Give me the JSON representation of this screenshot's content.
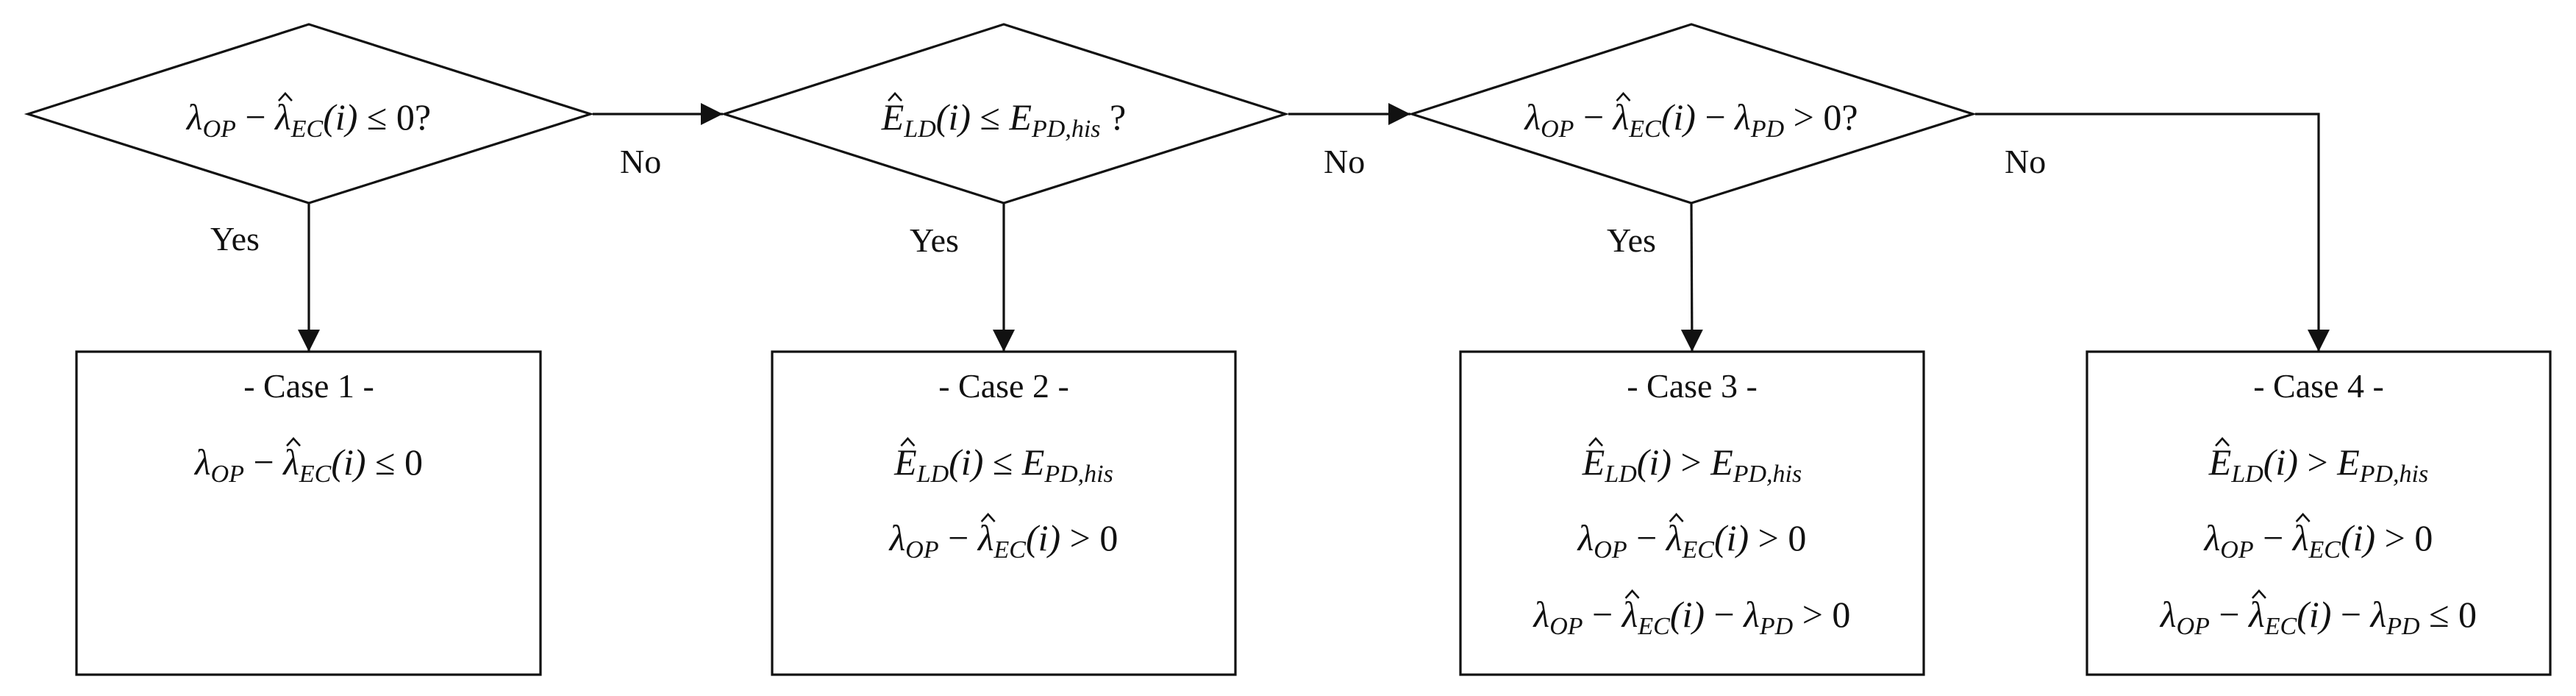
{
  "decisions": [
    {
      "id": "d1",
      "yes": "Yes",
      "no": "No"
    },
    {
      "id": "d2",
      "yes": "Yes",
      "no": "No"
    },
    {
      "id": "d3",
      "yes": "Yes",
      "no": "No"
    }
  ],
  "cases": [
    {
      "title": "- Case 1 -"
    },
    {
      "title": "- Case 2 -"
    },
    {
      "title": "- Case 3 -"
    },
    {
      "title": "- Case 4 -"
    }
  ],
  "math": {
    "lambda": "λ",
    "E": "E",
    "OP": "OP",
    "EC": "EC",
    "LD": "LD",
    "PD": "PD",
    "PDhis": "PD,his",
    "i_paren": "(i)",
    "le0": " ≤ 0",
    "gt0": " > 0",
    "le0q": " ≤ 0?",
    "gt0q": " > 0?",
    "minus": " − ",
    "le": " ≤ ",
    "gt": " > ",
    "q": " ?"
  },
  "colors": {
    "line": "#111111",
    "background": "#ffffff"
  }
}
